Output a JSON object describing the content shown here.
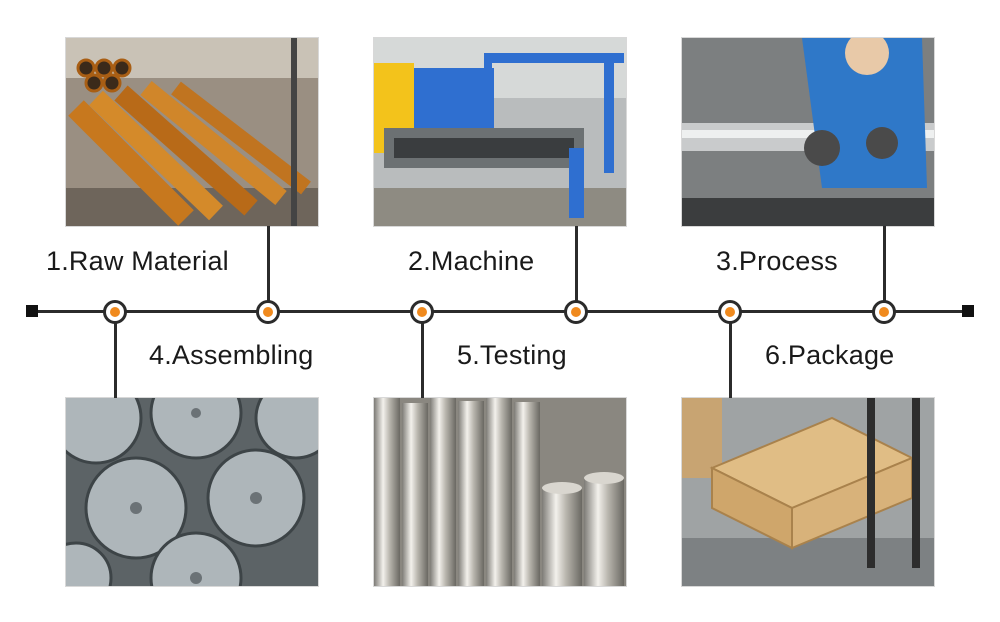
{
  "steps": {
    "raw_material": "1.Raw Material",
    "machine": "2.Machine",
    "process": "3.Process",
    "assembling": "4.Assembling",
    "testing": "5.Testing",
    "package": "6.Package"
  },
  "colors": {
    "node_fill": "#f08a1e",
    "line": "#2b2b2b",
    "machine_blue": "#2f6fd0",
    "machine_yellow": "#f3c31b"
  },
  "photos": {
    "raw_material": "steel-pipes-photo",
    "machine": "laser-cutting-machine-photo",
    "process": "worker-inspecting-shaft-photo",
    "assembling": "machined-metal-discs-photo",
    "testing": "polished-steel-rods-photo",
    "package": "wooden-crates-photo"
  }
}
